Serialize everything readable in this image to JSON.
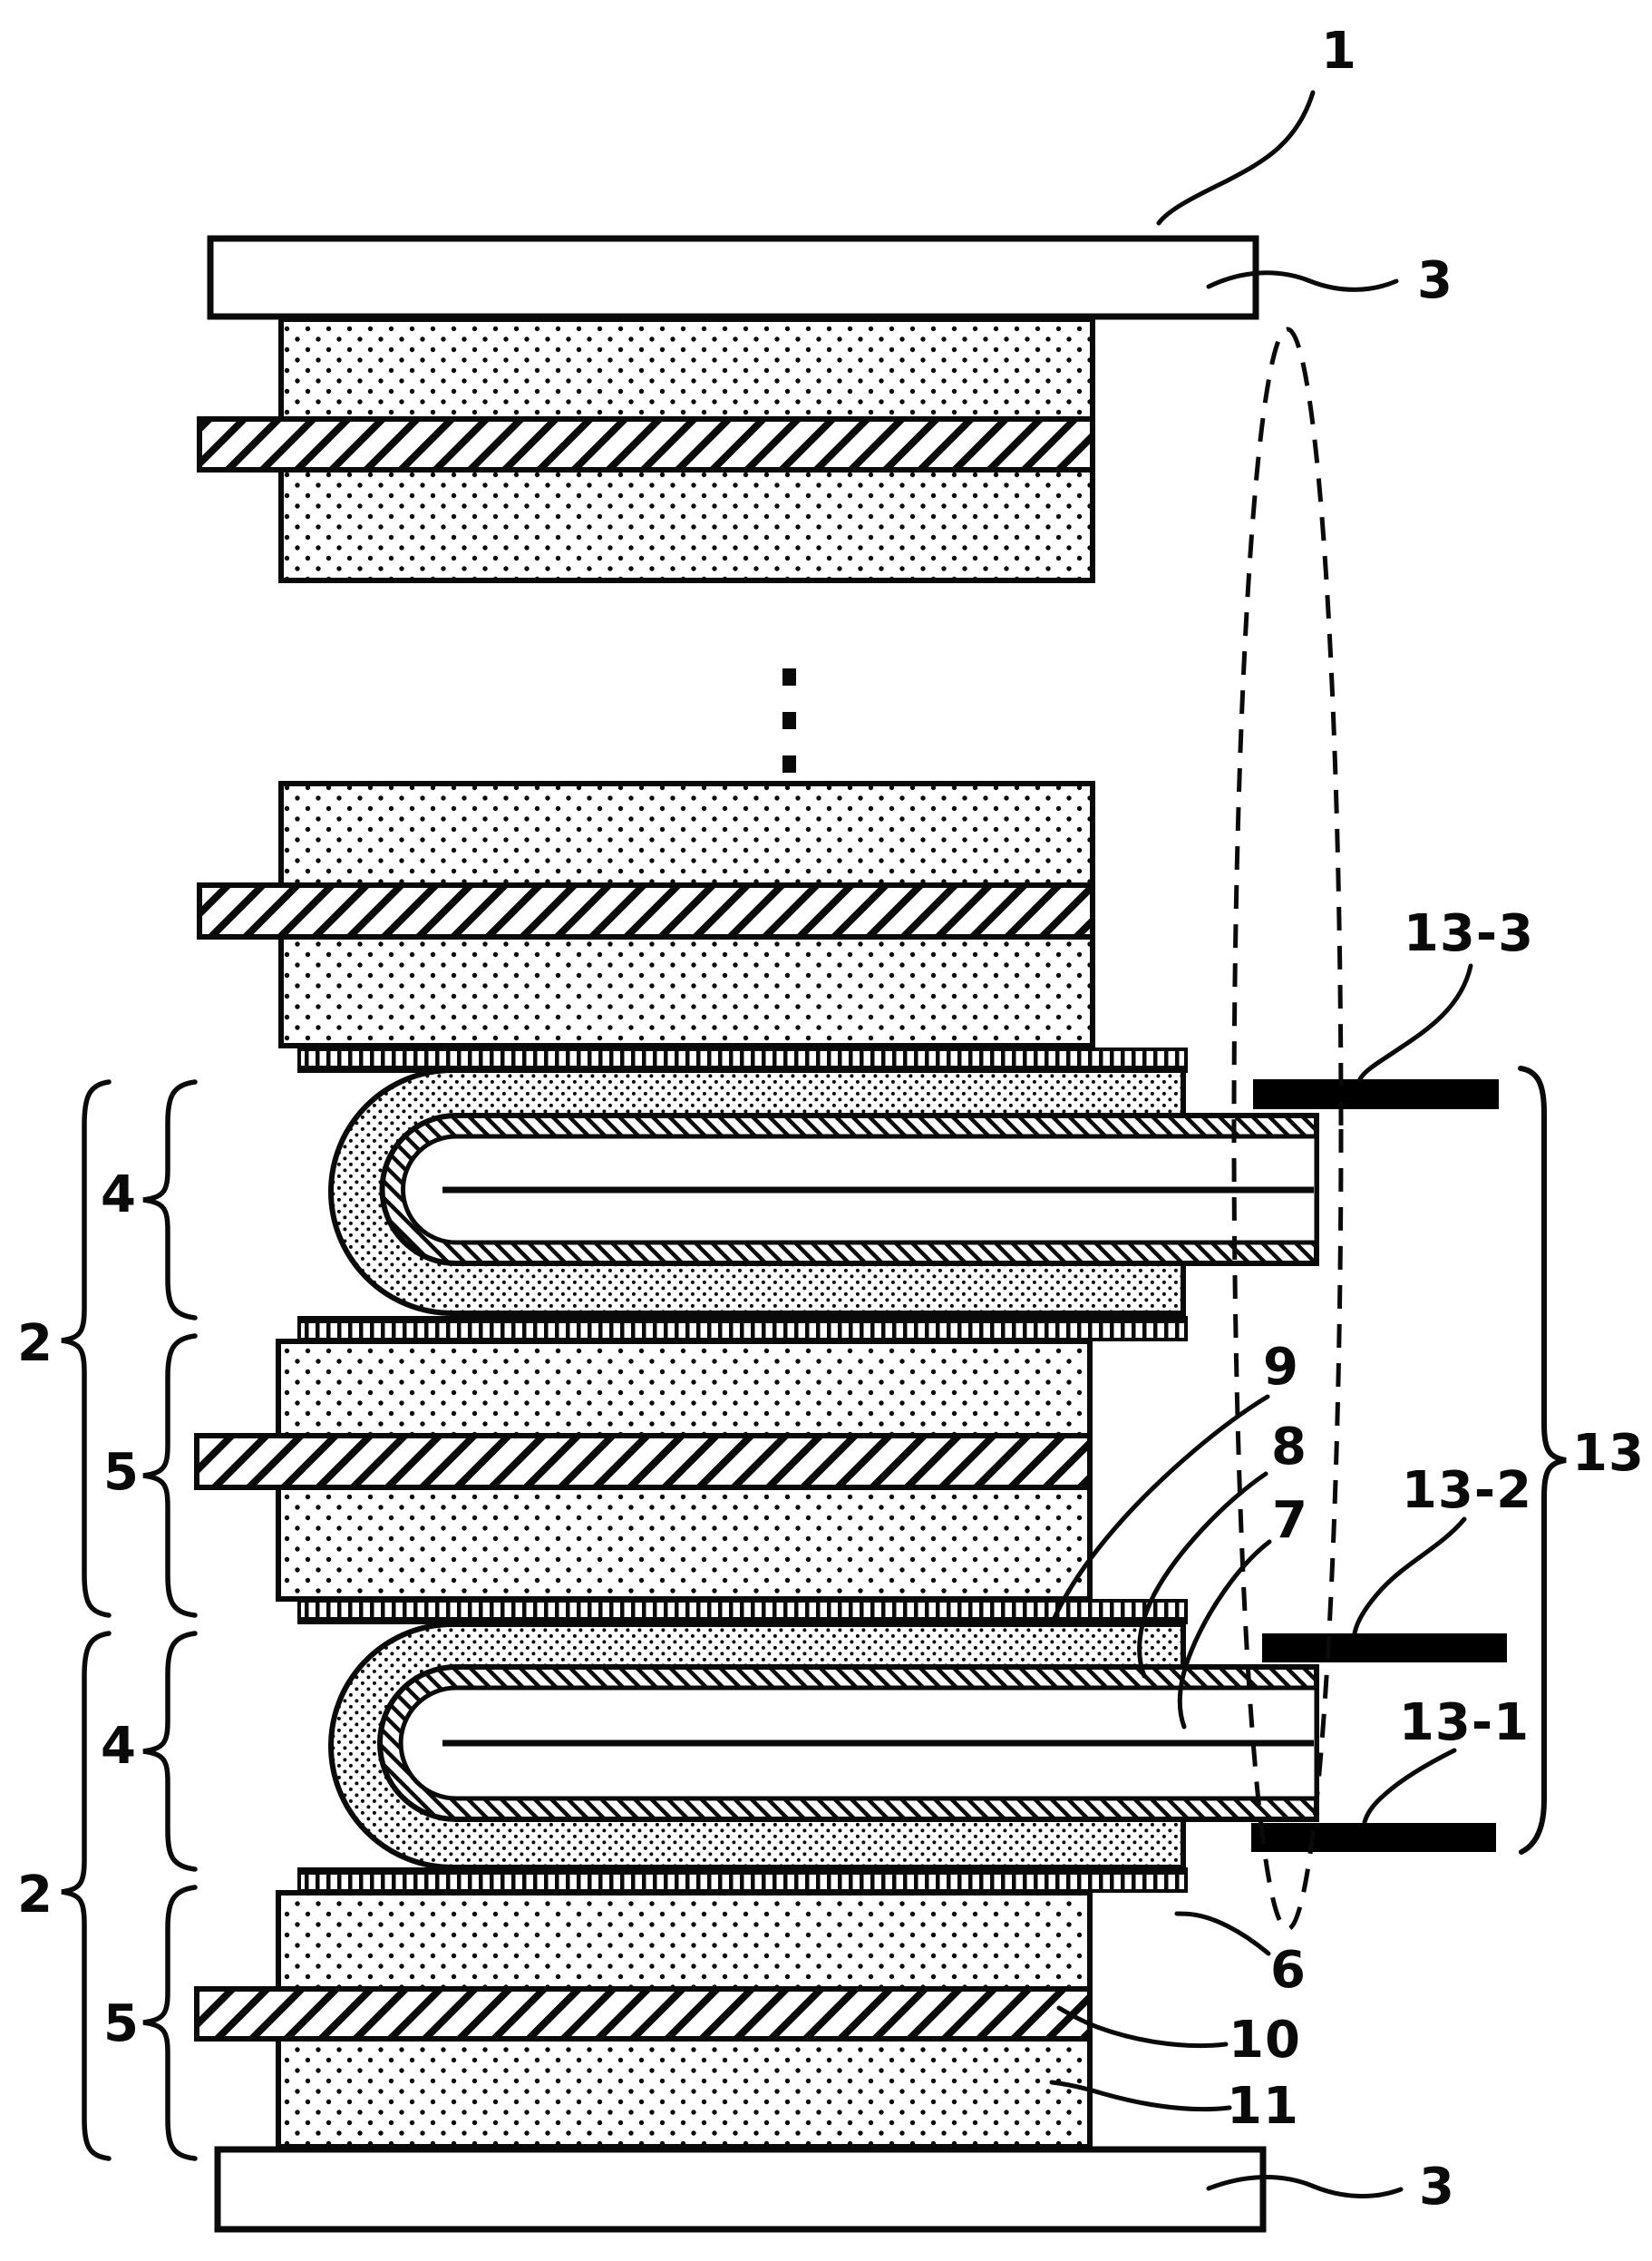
{
  "figure": {
    "kind": "patent cross-section diagram of layered electrode stack with U-shaped tube units",
    "colors": {
      "background": "#ffffff",
      "ink": "#0a0a0a",
      "terminal_bar_fill": "#000000"
    },
    "labels": {
      "l1": "1",
      "l3_top": "3",
      "l3_bottom": "3",
      "l2_upper": "2",
      "l2_lower": "2",
      "l4_upper": "4",
      "l4_lower": "4",
      "l5_upper": "5",
      "l5_lower": "5",
      "l6": "6",
      "l7": "7",
      "l8": "8",
      "l9": "9",
      "l10": "10",
      "l11": "11",
      "l13": "13",
      "l13_1": "13-1",
      "l13_2": "13-2",
      "l13_3": "13-3"
    }
  }
}
